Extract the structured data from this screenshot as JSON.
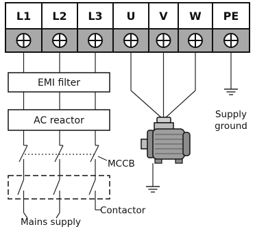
{
  "terminals": [
    {
      "id": "l1",
      "label": "L1"
    },
    {
      "id": "l2",
      "label": "L2"
    },
    {
      "id": "l3",
      "label": "L3"
    },
    {
      "id": "u",
      "label": "U"
    },
    {
      "id": "v",
      "label": "V"
    },
    {
      "id": "w",
      "label": "W"
    },
    {
      "id": "pe",
      "label": "PE"
    }
  ],
  "components": {
    "emi_filter": "EMI filter",
    "ac_reactor": "AC reactor",
    "mccb": "MCCB",
    "contactor": "Contactor",
    "mains_supply": "Mains supply"
  },
  "supply_ground": {
    "line1": "Supply",
    "line2": "ground"
  },
  "colors": {
    "terminal_row_fill": "#a8a8a8",
    "motor_body": "#9e9e9e",
    "line": "#222222"
  }
}
